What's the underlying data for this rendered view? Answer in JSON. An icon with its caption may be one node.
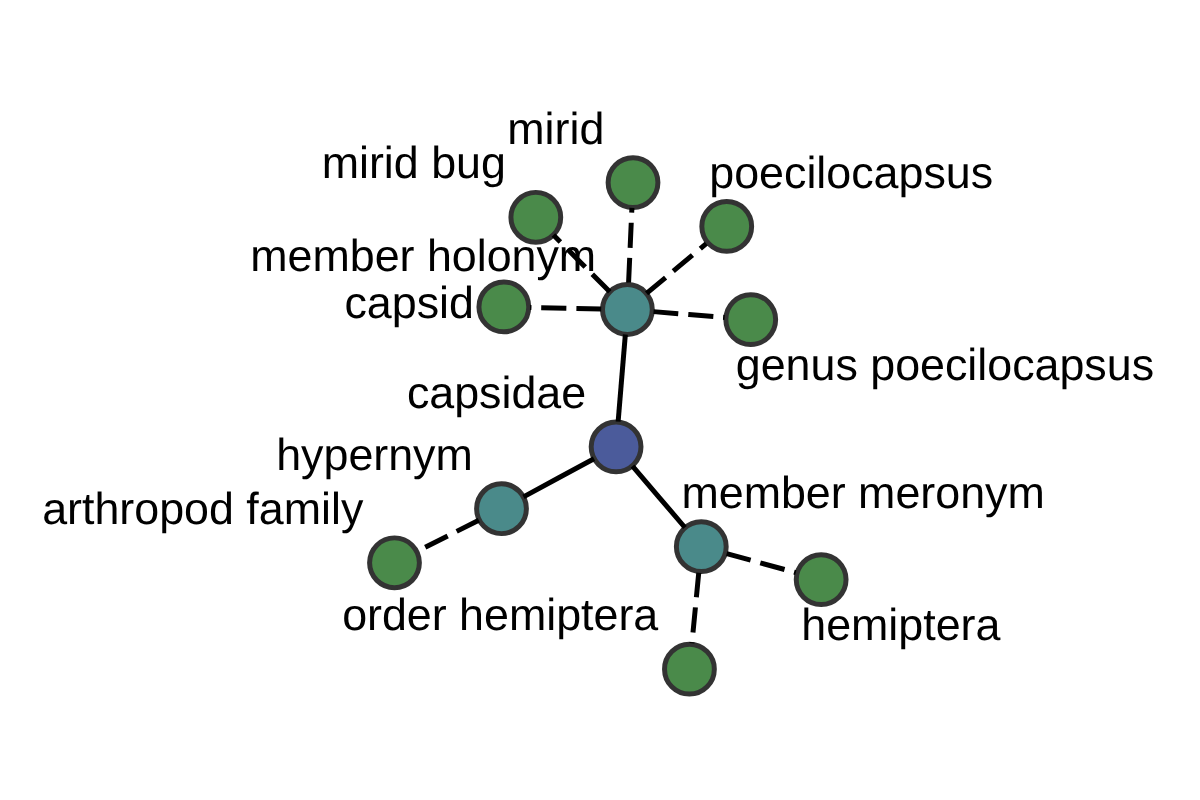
{
  "diagram": {
    "nodes": [
      {
        "text": [
          "arthropod family"
        ]
      },
      {
        "text": [
          "hypernym"
        ]
      },
      {
        "text": [
          "capsidae"
        ]
      },
      {
        "text": [
          "mirid"
        ]
      },
      {
        "text": [
          "poecilocapsus"
        ]
      },
      {
        "text": [
          "member holonym"
        ]
      },
      {
        "text": [
          "mirid bug"
        ]
      },
      {
        "text": [
          "member meronym"
        ]
      },
      {
        "text": [
          "capsid"
        ]
      },
      {
        "text": [
          "genus poecilocapsus"
        ]
      },
      {
        "text": [
          "hemiptera"
        ]
      },
      {
        "text": [
          "order hemiptera"
        ]
      }
    ],
    "edges": [
      {
        "from": 2,
        "to": 1,
        "arrow": "none"
      },
      {
        "from": 2,
        "to": 5,
        "arrow": "none"
      },
      {
        "from": 2,
        "to": 7,
        "arrow": "none"
      },
      {
        "from": 1,
        "to": 0,
        "arrow": "none",
        "style": "dashed"
      },
      {
        "from": 5,
        "to": 3,
        "arrow": "none",
        "style": "dashed"
      },
      {
        "from": 5,
        "to": 4,
        "arrow": "none",
        "style": "dashed"
      },
      {
        "from": 5,
        "to": 6,
        "arrow": "none",
        "style": "dashed"
      },
      {
        "from": 5,
        "to": 8,
        "arrow": "none",
        "style": "dashed"
      },
      {
        "from": 5,
        "to": 9,
        "arrow": "none",
        "style": "dashed"
      },
      {
        "from": 7,
        "to": 10,
        "arrow": "none",
        "style": "dashed"
      },
      {
        "from": 7,
        "to": 11,
        "arrow": "none",
        "style": "dashed"
      }
    ]
  }
}
